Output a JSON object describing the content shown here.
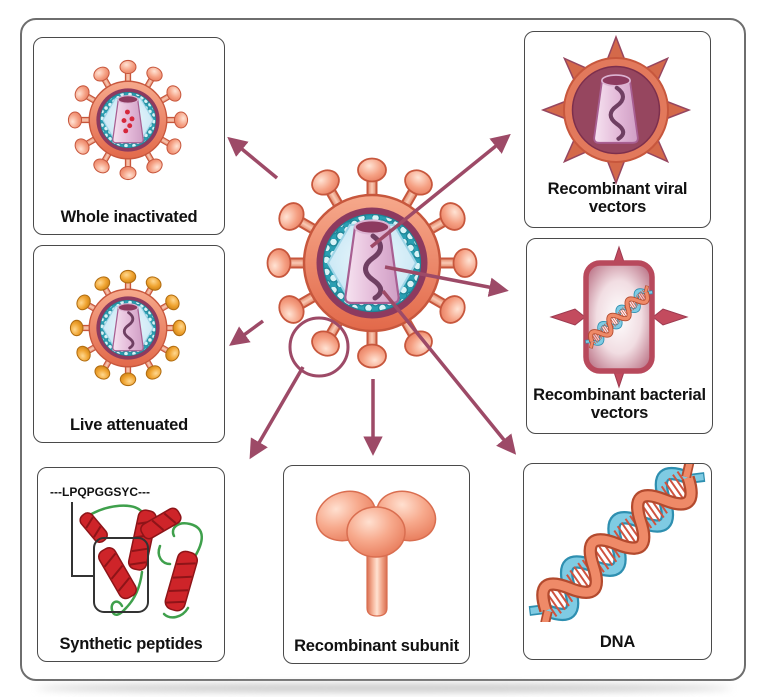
{
  "diagram": {
    "subject": "vaccine types derived from an influenza virion"
  },
  "cards": {
    "whole": {
      "label": "Whole inactivated"
    },
    "live": {
      "label": "Live attenuated"
    },
    "peptides": {
      "label": "Synthetic peptides",
      "sequence": "---LPQPGGSYC---"
    },
    "subunit": {
      "label": "Recombinant subunit"
    },
    "dna": {
      "label": "DNA"
    },
    "viral": {
      "label": "Recombinant viral vectors"
    },
    "bacterial": {
      "label": "Recombinant bacterial vectors"
    }
  },
  "icons": {
    "center": "influenza-virion",
    "whole": "inactivated-virion",
    "live": "attenuated-virion",
    "peptides": "protein-ribbon",
    "subunit": "spike-protein-trimer",
    "dna": "dna-double-helix",
    "viral": "viral-vector-particle",
    "bacterial": "bacterium-with-dna"
  },
  "palette": {
    "arrow": "#9d4a67",
    "virus_salmon": "#ef8a6b",
    "virus_ring_maroon": "#8d3a5f",
    "capsid_teal": "#2a9fb2",
    "hexagon_blue": "#cfeaf6",
    "core_pink": "#e3b9d8",
    "rna": "#6f3f62",
    "live_tip_orange": "#f0a431",
    "inactivated_dot_red": "#d6283c",
    "dna_strand_salmon": "#ef8a68",
    "dna_strand_blue": "#7fcbe3",
    "helix_red": "#ce2429",
    "loop_green": "#3fa04c",
    "text": "#111111",
    "frame_gray": "#6e6e6e"
  }
}
